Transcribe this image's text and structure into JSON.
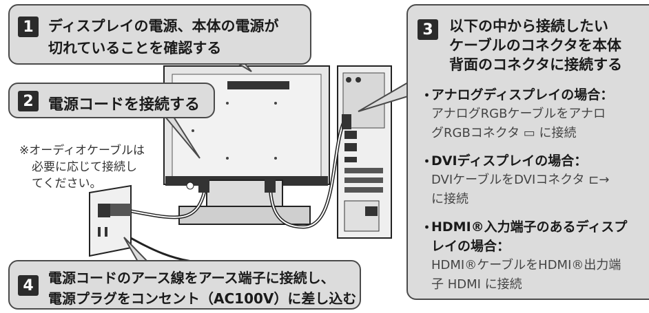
{
  "step1": {
    "num": "1",
    "line1": "ディスプレイの電源、本体の電源が",
    "line2": "切れていることを確認する"
  },
  "step2": {
    "num": "2",
    "line1": "電源コードを接続する"
  },
  "step3": {
    "num": "3",
    "title_lines": [
      "以下の中から接続したい",
      "ケーブルのコネクタを本体",
      "背面のコネクタに接続する"
    ],
    "items": [
      {
        "heading": "アナログディスプレイの場合：",
        "body1": "アナログRGBケーブルをアナロ",
        "body2": "グRGBコネクタ ▭ に接続"
      },
      {
        "heading": "DVIディスプレイの場合：",
        "body1": "DVIケーブルをDVIコネクタ ⊏→",
        "body2": "に接続"
      },
      {
        "heading1": "HDMI®入力端子のあるディスプ",
        "heading2": "レイの場合：",
        "body1": "HDMI®ケーブルをHDMI®出力端",
        "body2": "子 HDMI に接続"
      }
    ]
  },
  "step4": {
    "num": "4",
    "line1": "電源コードのアース線をアース端子に接続し、",
    "line2": "電源プラグをコンセント（AC100V）に差し込む"
  },
  "note": {
    "line1": "※オーディオケーブルは",
    "line2": "必要に応じて接続し",
    "line3": "てください。"
  }
}
